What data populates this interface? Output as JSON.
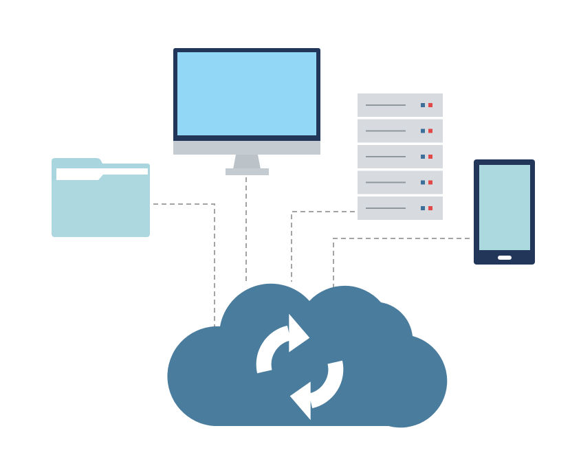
{
  "diagram": {
    "nodes": [
      {
        "id": "cloud",
        "icon": "cloud-sync-icon"
      },
      {
        "id": "folder",
        "icon": "folder-icon"
      },
      {
        "id": "monitor",
        "icon": "desktop-monitor-icon"
      },
      {
        "id": "server",
        "icon": "server-rack-icon"
      },
      {
        "id": "tablet",
        "icon": "tablet-icon"
      }
    ],
    "edges": [
      {
        "from": "folder",
        "to": "cloud",
        "style": "dashed"
      },
      {
        "from": "monitor",
        "to": "cloud",
        "style": "dashed"
      },
      {
        "from": "server",
        "to": "cloud",
        "style": "dashed"
      },
      {
        "from": "tablet",
        "to": "cloud",
        "style": "dashed"
      }
    ]
  },
  "colors": {
    "cloud": "#4a7c9d",
    "folder_back": "#a9d6de",
    "folder_front": "#add8df",
    "monitor_frame": "#22365a",
    "monitor_screen": "#93d7f7",
    "monitor_chin": "#c5ccd1",
    "monitor_stand": "#bcc3c8",
    "server_unit": "#d7dbdf",
    "server_line": "#8f969c",
    "server_led_blue": "#3e6f99",
    "server_led_red": "#e34848",
    "tablet_frame": "#22365a",
    "tablet_screen": "#acd9df",
    "connector": "#a3a3a3",
    "sync_arrows": "#ffffff"
  }
}
